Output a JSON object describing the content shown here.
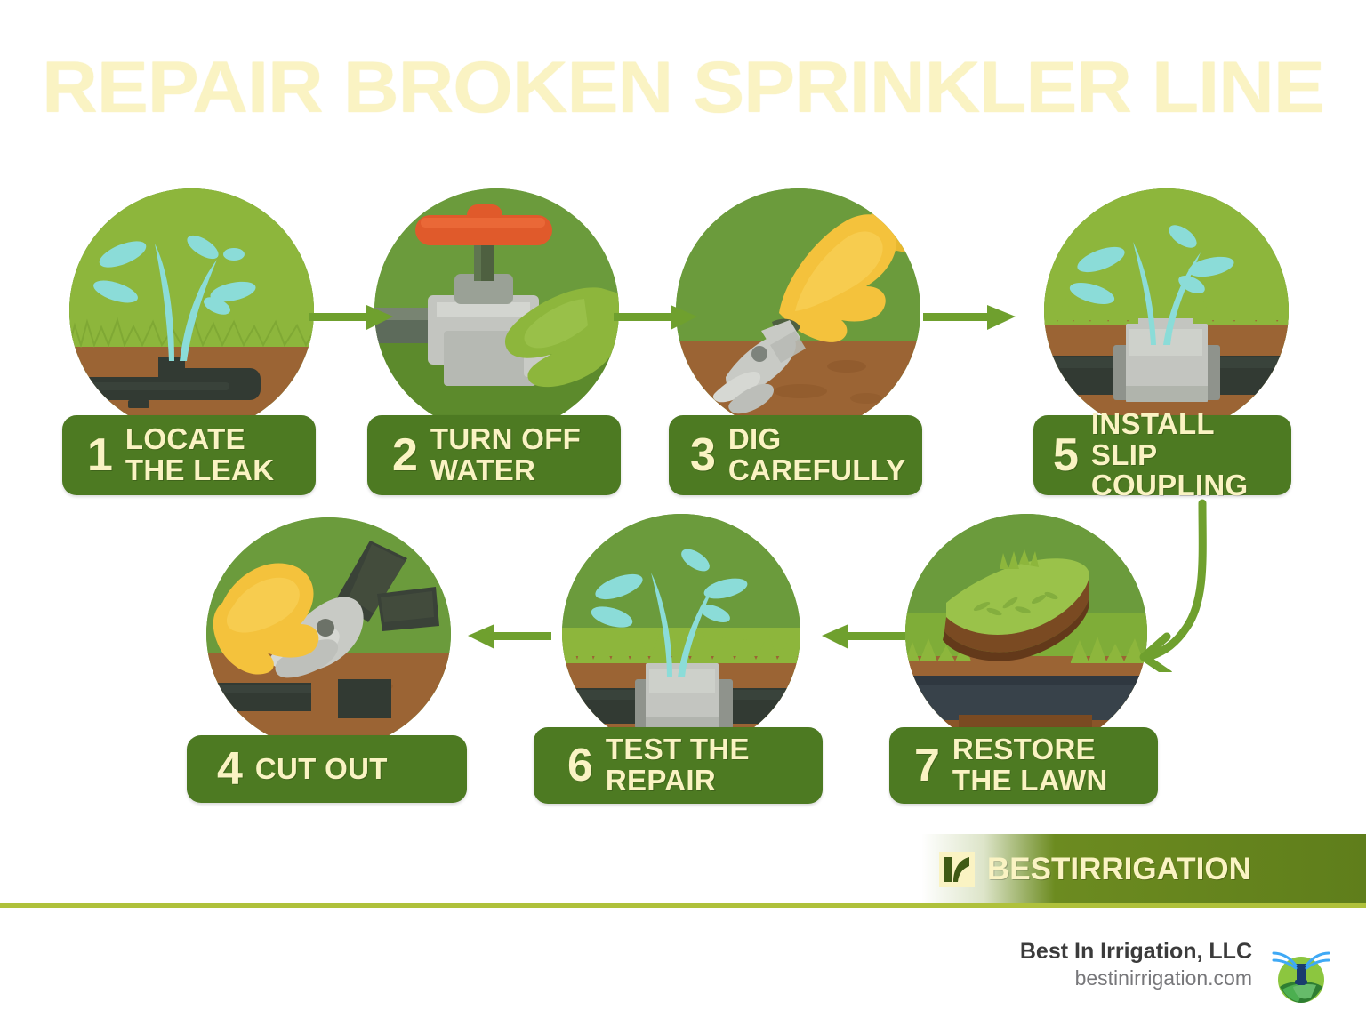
{
  "title": "REPAIR BROKEN SPRINKLER LINE",
  "colors": {
    "title": "#FAF3C3",
    "label_bar": "#4D7A22",
    "label_text": "#FAF3C3",
    "circle_green": "#6B9B3C",
    "grass_green": "#8DB63C",
    "soil_brown": "#9B6434",
    "pipe_dark": "#323A33",
    "water_cyan": "#8BDCD8",
    "arrow_green": "#6FA02E",
    "rule_green": "#AFC13B",
    "brand_green": "#6C8B20",
    "glove_yellow": "#F4C23C",
    "valve_red": "#E05A2B",
    "coupling_gray": "#C3C5C0"
  },
  "steps": [
    {
      "number": "1",
      "label": "LOCATE\nTHE LEAK",
      "icon": "leaking-pipe-icon"
    },
    {
      "number": "2",
      "label": "TURN OFF\nWATER",
      "icon": "valve-shutoff-icon"
    },
    {
      "number": "3",
      "label": "DIG\nCAREFULLY",
      "icon": "digging-glove-icon"
    },
    {
      "number": "5",
      "label": "INSTALL\nSLIP COUPLING",
      "icon": "slip-coupling-icon"
    },
    {
      "number": "4",
      "label": "CUT OUT",
      "icon": "pipe-cutter-icon"
    },
    {
      "number": "6",
      "label": "TEST THE\nREPAIR",
      "icon": "test-spray-icon"
    },
    {
      "number": "7",
      "label": "RESTORE\nTHE LAWN",
      "icon": "sod-patch-icon"
    }
  ],
  "arrows": [
    {
      "name": "arrow-step1-to-step2",
      "direction": "right"
    },
    {
      "name": "arrow-step2-to-step3",
      "direction": "right"
    },
    {
      "name": "arrow-step3-to-step5",
      "direction": "right"
    },
    {
      "name": "arrow-step5-to-step7",
      "direction": "curve-down-left"
    },
    {
      "name": "arrow-step7-to-step6",
      "direction": "left"
    },
    {
      "name": "arrow-step6-to-step4",
      "direction": "left"
    }
  ],
  "footer": {
    "brand_name": "BESTIRRIGATION",
    "company": "Best In Irrigation, LLC",
    "website": "bestinirrigation.com"
  }
}
